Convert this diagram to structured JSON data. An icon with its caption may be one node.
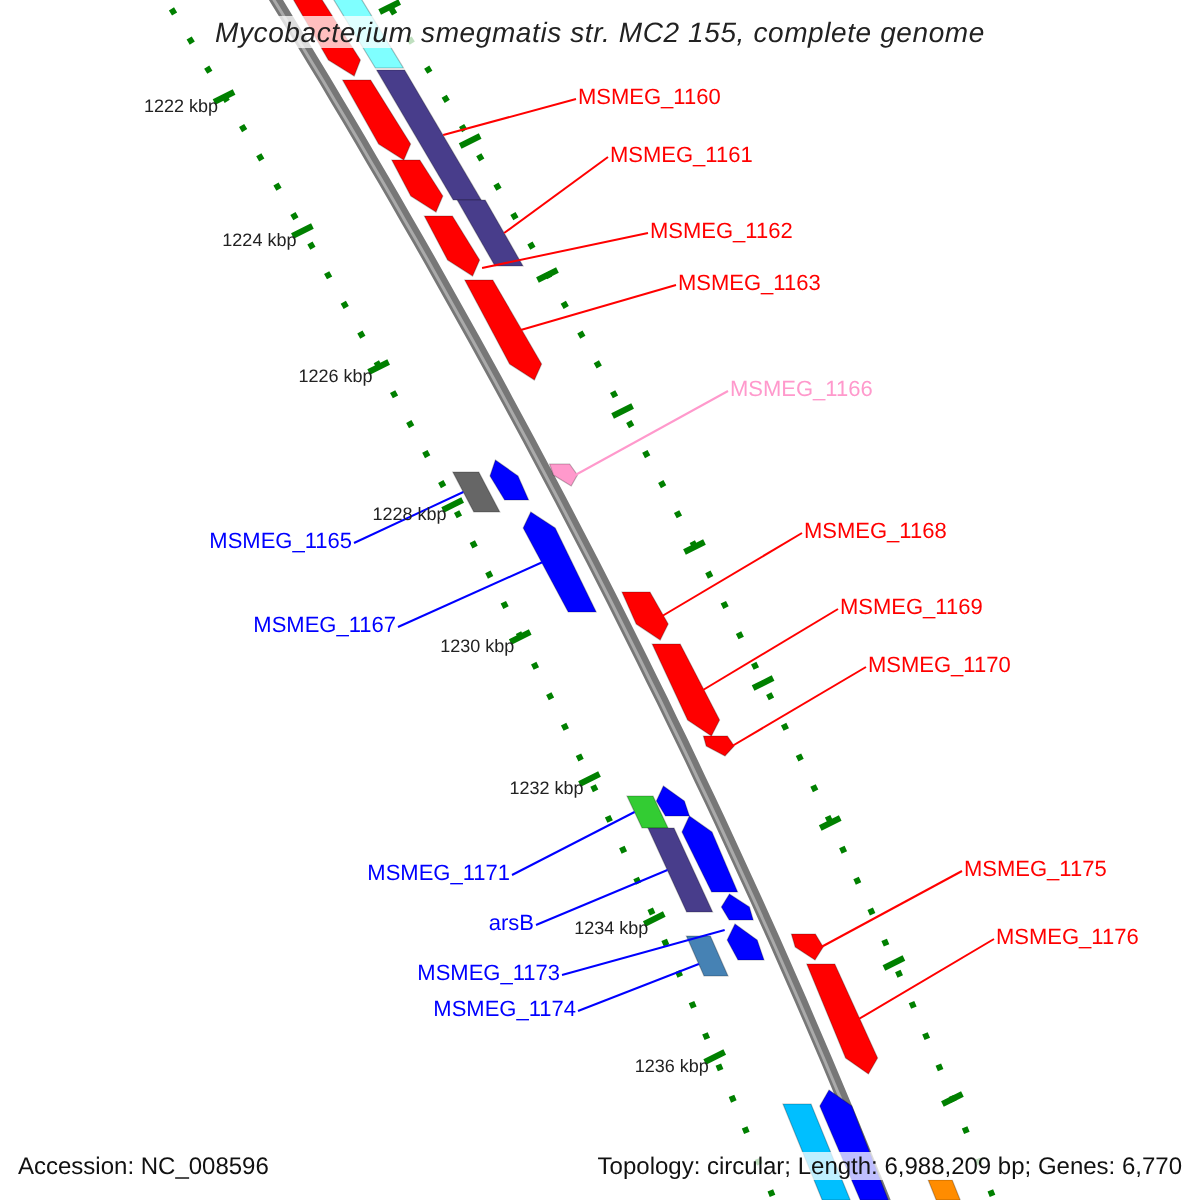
{
  "diagram": {
    "title": "Mycobacterium smegmatis str. MC2 155, complete genome",
    "nodes": [
      {
        "text": [
          "MSMEG_1160"
        ]
      },
      {
        "text": [
          "MSMEG_1161"
        ]
      },
      {
        "text": [
          "MSMEG_1162"
        ]
      },
      {
        "text": [
          "MSMEG_1163"
        ]
      },
      {
        "text": [
          "MSMEG_1166"
        ]
      },
      {
        "text": [
          "MSMEG_1165"
        ]
      },
      {
        "text": [
          "MSMEG_1167"
        ]
      },
      {
        "text": [
          "MSMEG_1168"
        ]
      },
      {
        "text": [
          "MSMEG_1169"
        ]
      },
      {
        "text": [
          "MSMEG_1170"
        ]
      },
      {
        "text": [
          "MSMEG_1171"
        ]
      },
      {
        "text": [
          "arsB"
        ]
      },
      {
        "text": [
          "MSMEG_1173"
        ]
      },
      {
        "text": [
          "MSMEG_1174"
        ]
      },
      {
        "text": [
          "MSMEG_1175"
        ]
      },
      {
        "text": [
          "MSMEG_1176"
        ]
      },
      {
        "text": [],
        "shape": "bar"
      },
      {
        "text": [],
        "shape": "bar"
      },
      {
        "text": [],
        "shape": "bar"
      },
      {
        "text": [],
        "shape": "bar"
      },
      {
        "text": [],
        "shape": "bar"
      },
      {
        "text": [],
        "shape": "bar"
      },
      {
        "text": [],
        "shape": "bar"
      },
      {
        "text": [],
        "shape": "bar"
      },
      {
        "text": [],
        "shape": "bar"
      },
      {
        "text": [],
        "shape": "bar"
      },
      {
        "text": [],
        "shape": "bar"
      },
      {
        "text": [],
        "shape": "bar"
      },
      {
        "text": [],
        "shape": "bar"
      },
      {
        "text": [],
        "shape": "bar"
      },
      {
        "text": [],
        "shape": "bar"
      },
      {
        "text": [],
        "shape": "bar"
      },
      {
        "text": [],
        "shape": "bar"
      },
      {
        "text": [],
        "shape": "bar"
      },
      {
        "text": [],
        "shape": "bar"
      },
      {
        "text": [],
        "shape": "bar"
      },
      {
        "text": [],
        "shape": "bar"
      },
      {
        "text": [],
        "shape": "bar"
      },
      {
        "text": [],
        "shape": "bar"
      },
      {
        "text": [],
        "shape": "bar"
      },
      {
        "text": [],
        "shape": "bar"
      },
      {
        "text": [],
        "shape": "bar"
      },
      {
        "text": [],
        "shape": "bar"
      }
    ],
    "edges": [
      {
        "from": 0,
        "to": 16,
        "arrow": "none"
      },
      {
        "from": 1,
        "to": 17,
        "arrow": "none"
      },
      {
        "from": 2,
        "to": 18,
        "arrow": "none"
      },
      {
        "from": 3,
        "to": 19,
        "arrow": "none"
      },
      {
        "from": 4,
        "to": 20,
        "arrow": "none",
        "color": "#ff99cc"
      },
      {
        "from": 5,
        "to": 21,
        "arrow": "none",
        "color": "#0000ff"
      },
      {
        "from": 6,
        "to": 22,
        "arrow": "none",
        "color": "#0000ff"
      },
      {
        "from": 7,
        "to": 23,
        "arrow": "none"
      },
      {
        "from": 8,
        "to": 24,
        "arrow": "none"
      },
      {
        "from": 9,
        "to": 25,
        "arrow": "none"
      },
      {
        "from": 10,
        "to": 26,
        "arrow": "none",
        "color": "#0000ff"
      },
      {
        "from": 11,
        "to": 27,
        "arrow": "none",
        "color": "#0000ff"
      },
      {
        "from": 12,
        "to": 28,
        "arrow": "none",
        "color": "#0000ff"
      },
      {
        "from": 13,
        "to": 29,
        "arrow": "none",
        "color": "#0000ff"
      },
      {
        "from": 14,
        "to": 30,
        "arrow": "none"
      },
      {
        "from": 15,
        "to": 31,
        "arrow": "none"
      }
    ],
    "labels": [
      "1222 kbp",
      "1224 kbp",
      "1226 kbp",
      "1228 kbp",
      "1230 kbp",
      "1232 kbp",
      "1234 kbp",
      "1236 kbp",
      "Accession: NC_008596",
      "Topology: circular; Length: 6,988,209 bp; Genes: 6,770"
    ]
  }
}
